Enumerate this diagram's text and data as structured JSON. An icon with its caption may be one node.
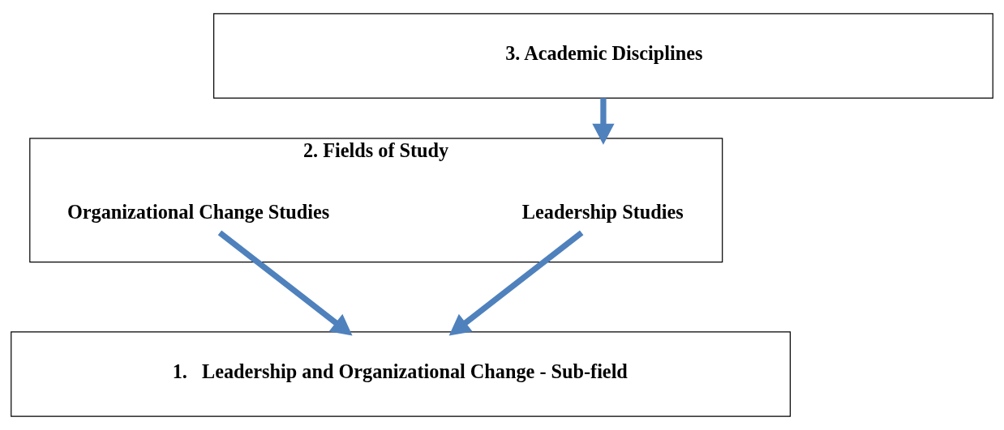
{
  "diagram": {
    "nodes": [
      {
        "text": [
          "3. Academic Disciplines"
        ]
      },
      {
        "text": [
          "2. Fields of Study"
        ]
      },
      {
        "text": [
          "Leadership Studies"
        ],
        "in": 1
      },
      {
        "text": [
          "Organizational Change Studies"
        ],
        "in": 1
      },
      {
        "text": [
          "1.   Leadership and Organizational Change - Sub-field"
        ]
      }
    ],
    "edges": [
      {
        "from": 0,
        "to": 1,
        "arrow": "to"
      },
      {
        "from": 2,
        "to": 4,
        "arrow": "to"
      },
      {
        "from": 3,
        "to": 4,
        "arrow": "to"
      }
    ]
  }
}
